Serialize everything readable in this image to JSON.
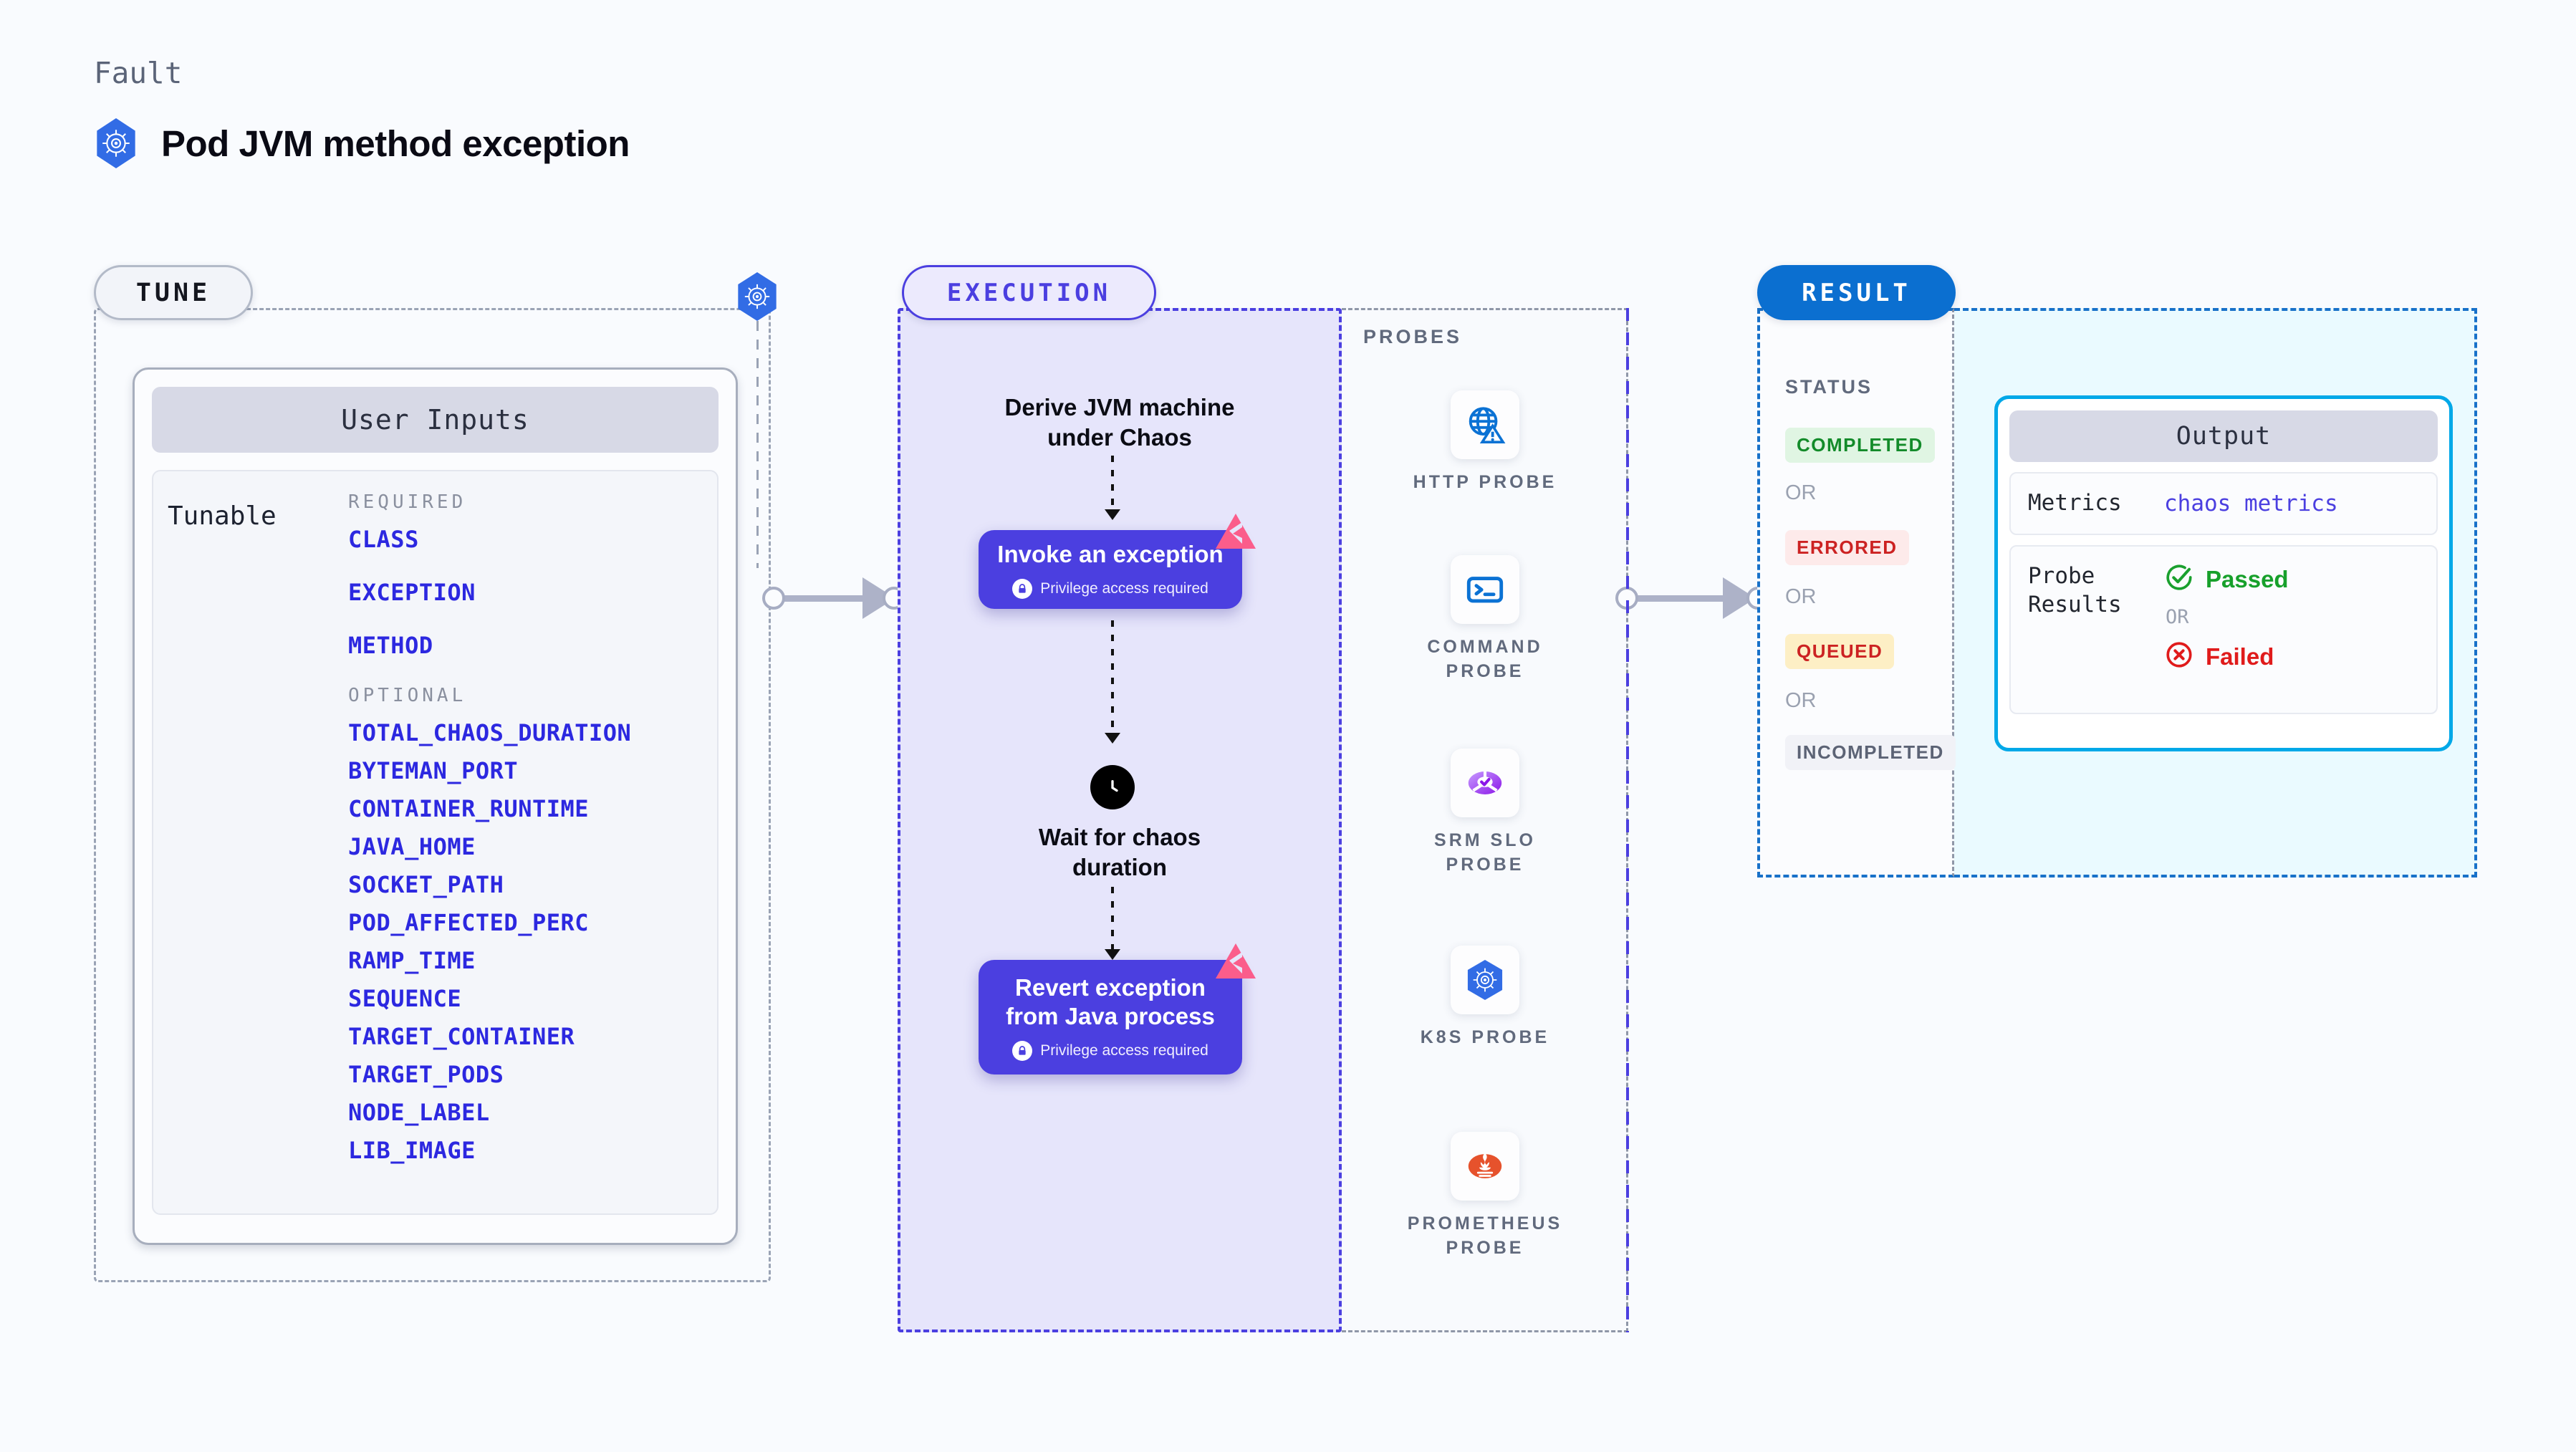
{
  "header": {
    "eyebrow": "Fault",
    "title": "Pod JVM method exception",
    "icon": "kubernetes-icon"
  },
  "tune": {
    "pill_label": "TUNE",
    "corner_icon": "kubernetes-icon",
    "card_title": "User Inputs",
    "tunable_label": "Tunable",
    "groups": [
      {
        "title": "REQUIRED",
        "params": [
          "CLASS",
          "EXCEPTION",
          "METHOD"
        ]
      },
      {
        "title": "OPTIONAL",
        "params": [
          "TOTAL_CHAOS_DURATION",
          "BYTEMAN_PORT",
          "CONTAINER_RUNTIME",
          "JAVA_HOME",
          "SOCKET_PATH",
          "POD_AFFECTED_PERC",
          "RAMP_TIME",
          "SEQUENCE",
          "TARGET_CONTAINER",
          "TARGET_PODS",
          "NODE_LABEL",
          "LIB_IMAGE"
        ]
      }
    ]
  },
  "execution": {
    "pill_label": "EXECUTION",
    "steps": [
      {
        "kind": "text",
        "label": "Derive JVM machine\nunder Chaos"
      },
      {
        "kind": "card",
        "label": "Invoke an exception",
        "sublabel": "Privilege access required",
        "badge": "litmus-icon",
        "lock": "lock-icon"
      },
      {
        "kind": "clock",
        "icon": "clock-icon",
        "label": "Wait for chaos\nduration"
      },
      {
        "kind": "card",
        "label": "Revert exception\nfrom Java process",
        "sublabel": "Privilege access required",
        "badge": "litmus-icon",
        "lock": "lock-icon"
      }
    ],
    "step_titles": {
      "derive": "Derive JVM machine under Chaos",
      "invoke": "Invoke an exception",
      "invoke_sub": "Privilege access required",
      "wait": "Wait for chaos duration",
      "revert": "Revert exception from Java process",
      "revert_sub": "Privilege access required"
    }
  },
  "probes": {
    "title": "PROBES",
    "items": [
      {
        "label": "HTTP PROBE",
        "icon": "globe-warning-icon"
      },
      {
        "label": "COMMAND PROBE",
        "icon": "terminal-icon"
      },
      {
        "label": "SRM SLO PROBE",
        "icon": "slo-donut-check-icon"
      },
      {
        "label": "K8S PROBE",
        "icon": "kubernetes-icon"
      },
      {
        "label": "PROMETHEUS PROBE",
        "icon": "prometheus-icon"
      }
    ]
  },
  "result": {
    "pill_label": "RESULT",
    "status_title": "STATUS",
    "or_label": "OR",
    "statuses": [
      {
        "label": "COMPLETED",
        "color": "#138b2a",
        "bg": "#e0f5e3"
      },
      {
        "label": "ERRORED",
        "color": "#cc2222",
        "bg": "#fdeaea"
      },
      {
        "label": "QUEUED",
        "color": "#cc2222",
        "bg": "#fdefc5"
      },
      {
        "label": "INCOMPLETED",
        "color": "#5c6375",
        "bg": "#f1f2f7"
      }
    ],
    "output": {
      "title": "Output",
      "metrics_key": "Metrics",
      "metrics_value": "chaos metrics",
      "probe_results_key": "Probe\nResults",
      "probe_results_key_line1": "Probe",
      "probe_results_key_line2": "Results",
      "passed_label": "Passed",
      "failed_label": "Failed",
      "or_label": "OR",
      "passed_icon": "check-circle-icon",
      "failed_icon": "x-circle-icon"
    }
  },
  "colors": {
    "background": "#f9fbfe",
    "accent_purple": "#4b3fe0",
    "accent_blue": "#0b6fd0",
    "accent_cyan": "#00a8e8",
    "k8s_blue": "#326ce5",
    "litmus_pink": "#fb5d8b",
    "param_blue": "#2c28e0",
    "muted_text": "#616a7d"
  }
}
